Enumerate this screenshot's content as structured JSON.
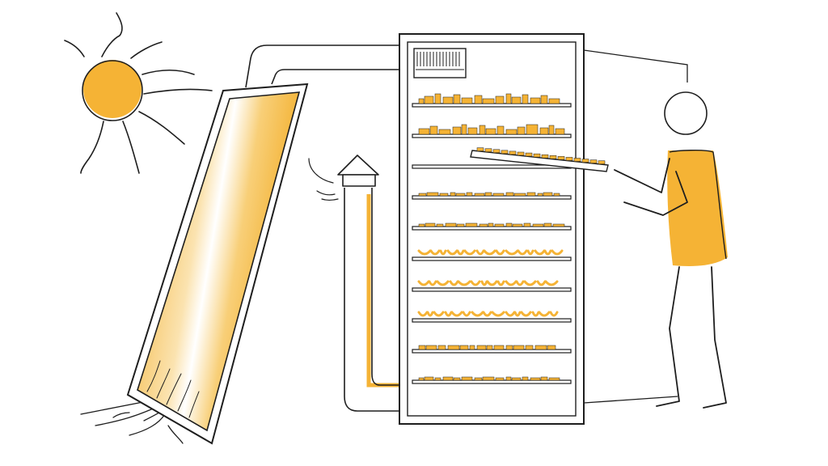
{
  "scene": {
    "subject": "solar-dryer-illustration",
    "colors": {
      "accent": "#F5B335",
      "ink": "#1e1e1e",
      "background": "#ffffff"
    },
    "components": [
      {
        "name": "sun",
        "icon": "sun-icon"
      },
      {
        "name": "solar-collector",
        "icon": "solar-panel-icon"
      },
      {
        "name": "drying-cabinet",
        "icon": "cabinet-icon"
      },
      {
        "name": "chimney",
        "icon": "chimney-icon"
      },
      {
        "name": "person",
        "icon": "person-icon"
      }
    ],
    "cabinet": {
      "shelf_count": 10,
      "tray_pulled_out": 3
    }
  }
}
